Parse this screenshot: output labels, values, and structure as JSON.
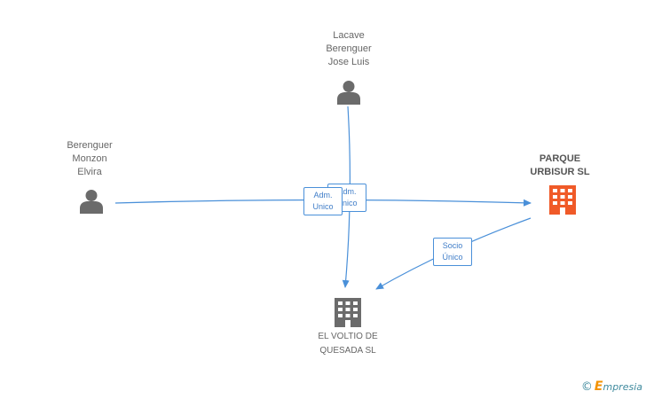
{
  "nodes": {
    "lacave": {
      "label": [
        "Lacave",
        "Berenguer",
        "Jose Luis"
      ],
      "icon": "person-icon"
    },
    "berenguer": {
      "label": [
        "Berenguer",
        "Monzon",
        "Elvira"
      ],
      "icon": "person-icon"
    },
    "parque": {
      "label": [
        "PARQUE",
        "URBISUR SL"
      ],
      "icon": "building-icon"
    },
    "voltio": {
      "label": [
        "EL VOLTIO DE",
        "QUESADA SL"
      ],
      "icon": "building-icon"
    }
  },
  "edges": {
    "adm_back": [
      "Adm.",
      "Unico"
    ],
    "adm_front": [
      "Adm.",
      "Unico"
    ],
    "socio": [
      "Socio",
      "Único"
    ]
  },
  "colors": {
    "edge": "#4a90d9",
    "person": "#6b6b6b",
    "company_main": "#f05a28",
    "company_other": "#6b6b6b"
  },
  "watermark": {
    "copyright": "©",
    "brand_first": "E",
    "brand_rest": "mpresia"
  }
}
